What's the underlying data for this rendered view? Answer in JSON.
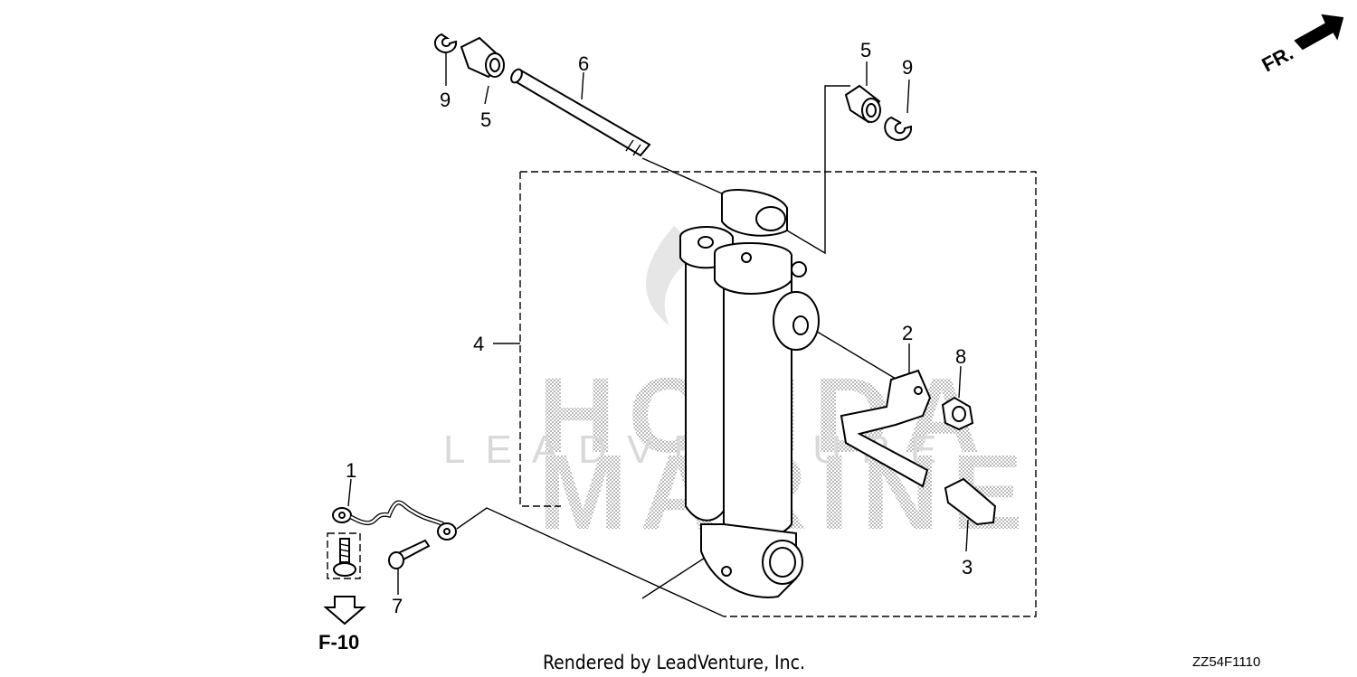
{
  "diagram": {
    "front_label": "FR.",
    "callouts": {
      "c1": "1",
      "c2": "2",
      "c3": "3",
      "c4": "4",
      "c5a": "5",
      "c5b": "5",
      "c6": "6",
      "c7": "7",
      "c8": "8",
      "c9a": "9",
      "c9b": "9"
    },
    "ref_label": "F-10",
    "watermark": {
      "line1": "HONDA",
      "line2": "LEADVENTURE",
      "line3": "MARINE"
    },
    "credit": "Rendered by LeadVenture, Inc.",
    "diagram_code": "ZZ54F1110"
  }
}
